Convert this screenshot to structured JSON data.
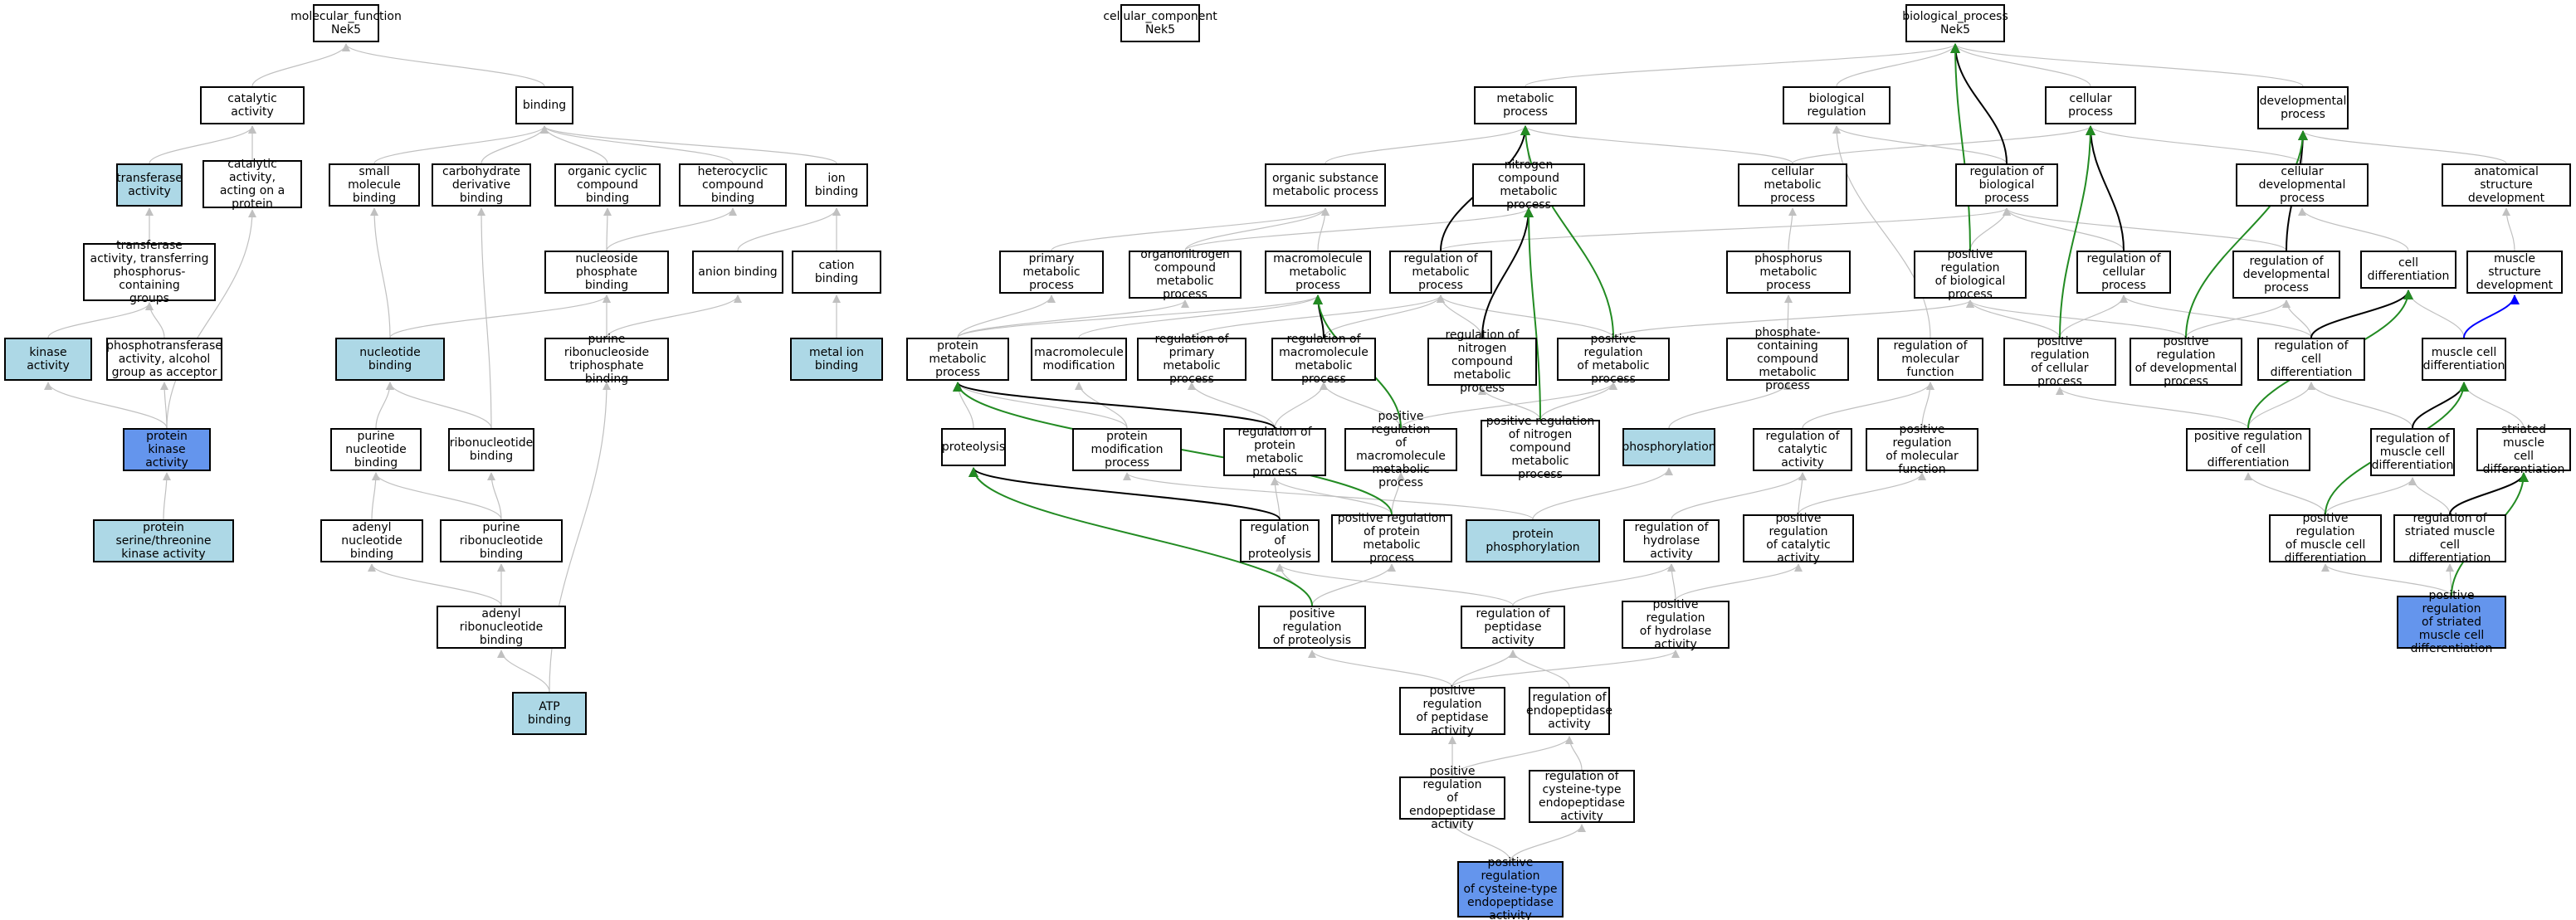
{
  "nodes": {
    "mf": "molecular_function\nNek5",
    "catact": "catalytic activity",
    "binding": "binding",
    "transf": "transferase\nactivity",
    "catact2": "catalytic activity,\nacting on a\nprotein",
    "smallmol": "small molecule\nbinding",
    "carbo": "carbohydrate\nderivative binding",
    "orgcyc": "organic cyclic\ncompound binding",
    "hetcyc": "heterocyclic\ncompound binding",
    "ionb": "ion binding",
    "transfP": "transferase\nactivity, transferring\nphosphorus-containing\ngroups",
    "nucphos": "nucleoside phosphate\nbinding",
    "anion": "anion binding",
    "cation": "cation binding",
    "kinase": "kinase activity",
    "phostr": "phosphotransferase\nactivity, alcohol\ngroup as acceptor",
    "nucb": "nucleotide binding",
    "purribo3p": "purine ribonucleoside\ntriphosphate\nbinding",
    "metal": "metal ion binding",
    "pk": "protein kinase\nactivity",
    "purnuc": "purine nucleotide\nbinding",
    "ribonuc": "ribonucleotide\nbinding",
    "pst": "protein serine/threonine\nkinase activity",
    "adenuc": "adenyl nucleotide\nbinding",
    "purribonuc": "purine ribonucleotide\nbinding",
    "adenribo": "adenyl ribonucleotide\nbinding",
    "atp": "ATP binding",
    "cc": "cellular_component\nNek5",
    "bp": "biological_process\nNek5",
    "metab": "metabolic process",
    "bioreg": "biological regulation",
    "cellproc": "cellular process",
    "devproc": "developmental\nprocess",
    "orgsub": "organic substance\nmetabolic process",
    "nitro": "nitrogen compound\nmetabolic process",
    "cellmet": "cellular metabolic\nprocess",
    "regbio": "regulation of\nbiological process",
    "celldev": "cellular developmental\nprocess",
    "anatdev": "anatomical structure\ndevelopment",
    "primmet": "primary metabolic\nprocess",
    "orgnitro": "organonitrogen\ncompound metabolic\nprocess",
    "macromet": "macromolecule\nmetabolic process",
    "regmet": "regulation of\nmetabolic process",
    "phosmet": "phosphorus metabolic\nprocess",
    "posregbio": "positive regulation\nof biological\nprocess",
    "regcell": "regulation of\ncellular process",
    "regdev": "regulation of\ndevelopmental\nprocess",
    "celldiff": "cell differentiation",
    "musstr": "muscle structure\ndevelopment",
    "protmet": "protein metabolic\nprocess",
    "macmod": "macromolecule\nmodification",
    "regprim": "regulation of\nprimary metabolic\nprocess",
    "regmacro": "regulation of\nmacromolecule\nmetabolic process",
    "regnitro": "regulation of\nnitrogen compound\nmetabolic process",
    "posregmet": "positive regulation\nof metabolic\nprocess",
    "phoscont": "phosphate-containing\ncompound metabolic\nprocess",
    "regmolf": "regulation of\nmolecular function",
    "posregcell": "positive regulation\nof cellular\nprocess",
    "posregdev": "positive regulation\nof developmental\nprocess",
    "regcelldiff": "regulation of\ncell differentiation",
    "muscdiff": "muscle cell\ndifferentiation",
    "proteo": "proteolysis",
    "protmod": "protein modification\nprocess",
    "regprot": "regulation of\nprotein metabolic\nprocess",
    "posregmacro": "positive regulation\nof macromolecule\nmetabolic process",
    "posregnitro": "positive regulation\nof nitrogen\ncompound metabolic\nprocess",
    "phosph": "phosphorylation",
    "regcat": "regulation of\ncatalytic activity",
    "posregmolf": "positive regulation\nof molecular\nfunction",
    "posregcelldiff": "positive regulation\nof cell differentiation",
    "regmusc": "regulation of\nmuscle cell\ndifferentiation",
    "strmusc": "striated muscle\ncell differentiation",
    "regproteo": "regulation of\nproteolysis",
    "posregprot": "positive regulation\nof protein metabolic\nprocess",
    "protphos": "protein phosphorylation",
    "reghydro": "regulation of\nhydrolase activity",
    "posregcat": "positive regulation\nof catalytic\nactivity",
    "posregmusc": "positive regulation\nof muscle cell\ndifferentiation",
    "regstr": "regulation of\nstriated muscle\ncell differentiation",
    "posregproteo": "positive regulation\nof proteolysis",
    "regpep": "regulation of\npeptidase activity",
    "posreghydro": "positive regulation\nof hydrolase\nactivity",
    "posregstr": "positive regulation\nof striated\nmuscle cell\ndifferentiation",
    "posregpep": "positive regulation\nof peptidase\nactivity",
    "regendo": "regulation of\nendopeptidase\nactivity",
    "posregendo": "positive regulation\nof endopeptidase\nactivity",
    "regcys": "regulation of\ncysteine-type\nendopeptidase\nactivity",
    "posregcys": "positive regulation\nof cysteine-type\nendopeptidase\nactivity"
  },
  "colors": {
    "background": "#ffffff",
    "node_border": "#000000",
    "highlight": "#add8e6",
    "target": "#6495ed",
    "edge_is_a": "#c0c0c0",
    "edge_regulates": "#000000",
    "edge_pos_regulates": "#228b22",
    "edge_part_of": "#0000ff"
  }
}
